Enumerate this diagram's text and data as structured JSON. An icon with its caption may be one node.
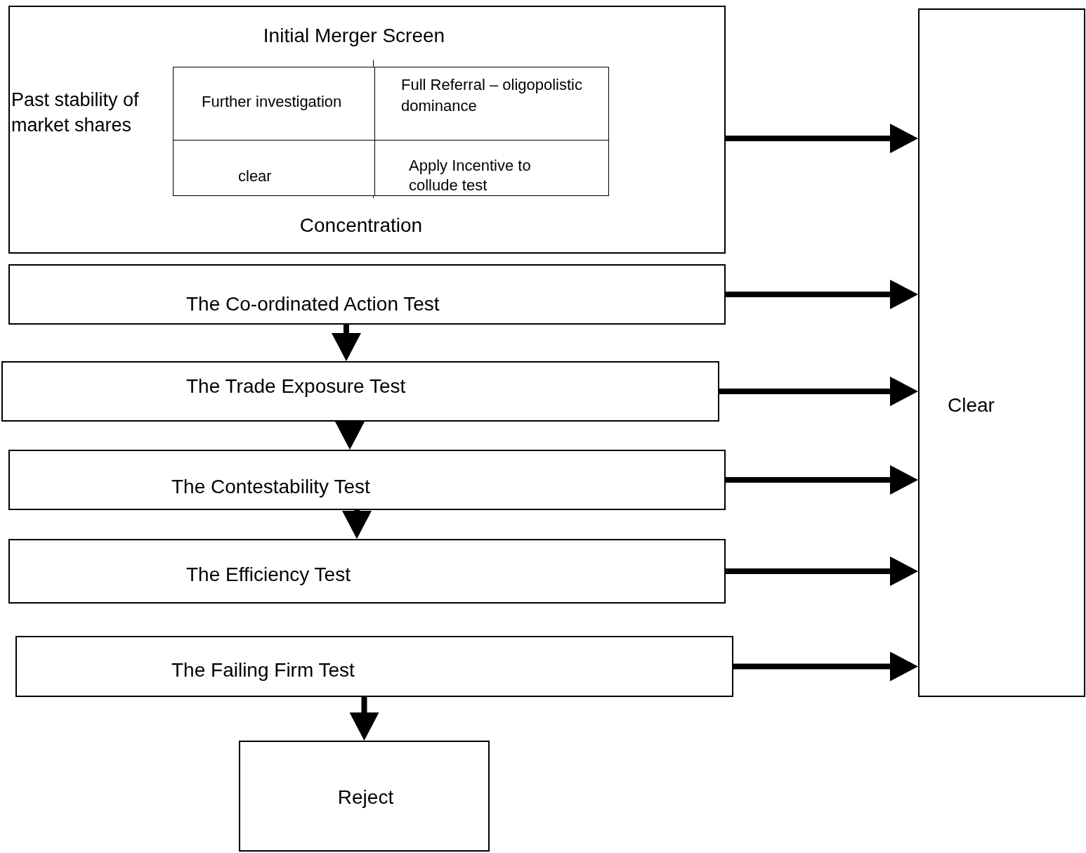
{
  "diagram": {
    "nodes": [
      {
        "text": [
          "Initial Merger Screen",
          "Past stability of market shares",
          "Concentration"
        ]
      },
      {
        "text": [
          "Further investigation"
        ],
        "in": 0
      },
      {
        "text": [
          "Full Referral – oligopolistic dominance"
        ],
        "in": 0
      },
      {
        "text": [
          "clear"
        ],
        "in": 0
      },
      {
        "text": [
          "Apply Incentive to collude test"
        ],
        "in": 0
      },
      {
        "text": [
          "The Co-ordinated Action Test"
        ]
      },
      {
        "text": [
          "The Trade Exposure Test"
        ]
      },
      {
        "text": [
          "The Contestability Test"
        ]
      },
      {
        "text": [
          "The Efficiency Test"
        ]
      },
      {
        "text": [
          "The Failing Firm Test"
        ]
      },
      {
        "text": [
          "Reject"
        ]
      },
      {
        "text": [
          "Clear"
        ]
      }
    ],
    "edges": [
      {
        "from": 0,
        "to": 11,
        "arrow": "to"
      },
      {
        "from": 5,
        "to": 11,
        "arrow": "to"
      },
      {
        "from": 6,
        "to": 11,
        "arrow": "to"
      },
      {
        "from": 7,
        "to": 11,
        "arrow": "to"
      },
      {
        "from": 8,
        "to": 11,
        "arrow": "to"
      },
      {
        "from": 9,
        "to": 11,
        "arrow": "to"
      },
      {
        "from": 5,
        "to": 6,
        "arrow": "to"
      },
      {
        "from": 6,
        "to": 7,
        "arrow": "to"
      },
      {
        "from": 7,
        "to": 8,
        "arrow": "to"
      },
      {
        "from": 9,
        "to": 10,
        "arrow": "to"
      }
    ]
  }
}
